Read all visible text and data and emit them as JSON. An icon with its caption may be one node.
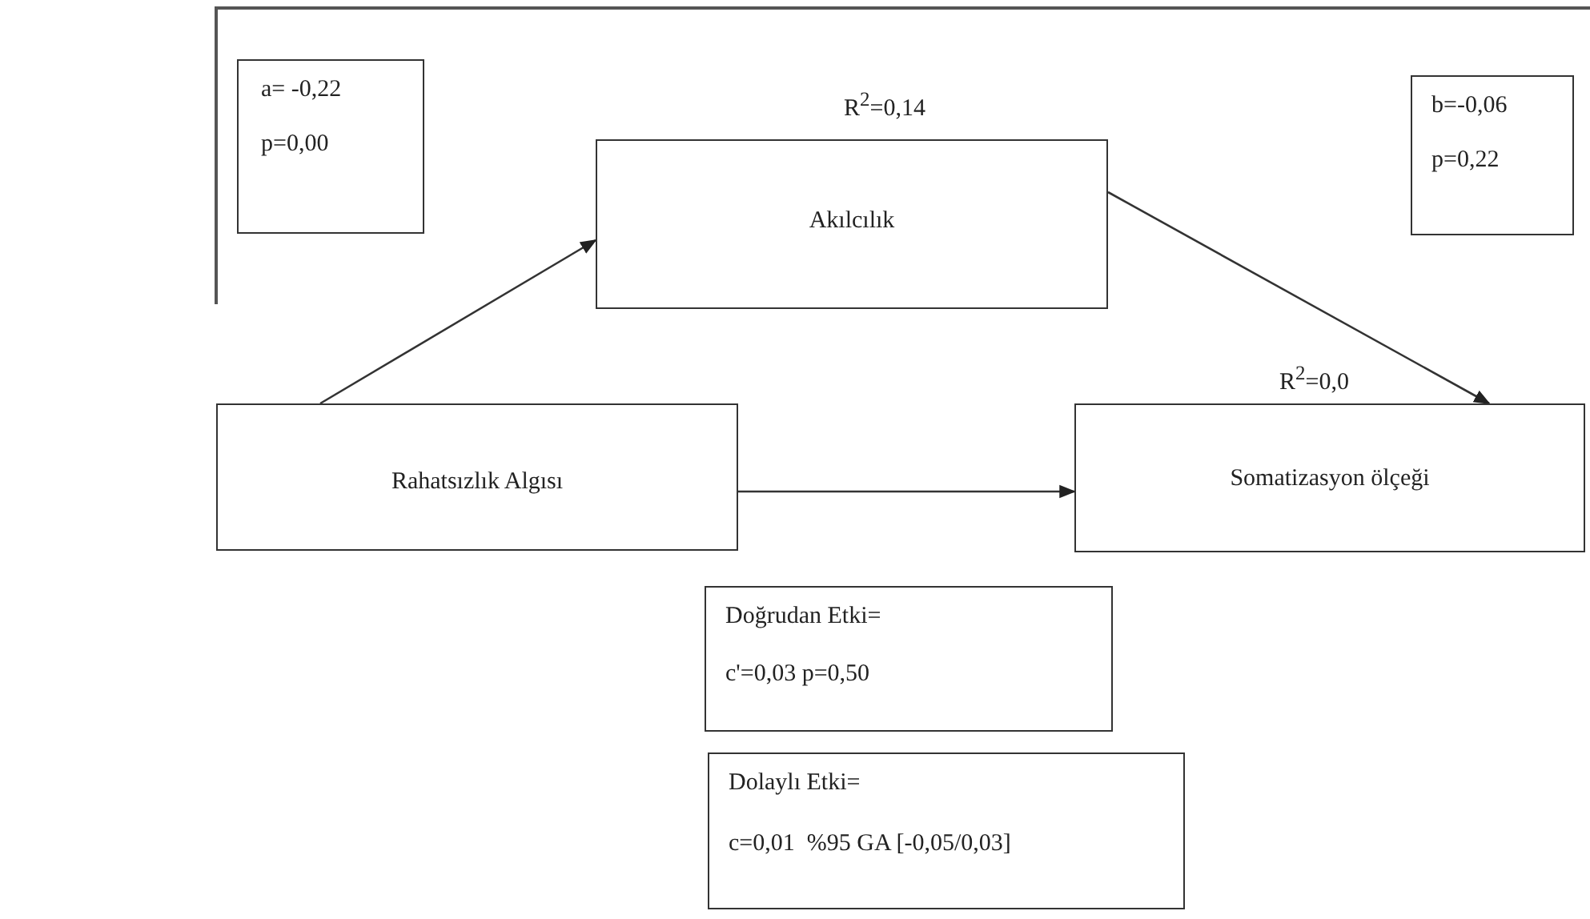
{
  "diagram": {
    "nodes": [
      {
        "text": [
          "Akılcılık"
        ],
        "beside": [
          "R$^{2}$=0,14"
        ]
      },
      {
        "text": [
          "Rahatsızlık Algısı"
        ]
      },
      {
        "text": [
          "Somatizasyon ölçeği"
        ],
        "beside": [
          "R$^{2}$=0,0"
        ]
      },
      {
        "text": [
          "a= -0,22",
          "p=0,00"
        ]
      },
      {
        "text": [
          "b=-0,06",
          "p=0,22"
        ]
      },
      {
        "text": [
          "Doğrudan Etki=",
          "c'=0,03 p=0,50"
        ]
      },
      {
        "text": [
          "Dolaylı Etki=",
          "c=0,01  %95 GA [-0,05/0,03]"
        ]
      }
    ],
    "edges": [
      {
        "from": 1,
        "to": 0,
        "arrow": "to"
      },
      {
        "from": 0,
        "to": 2,
        "arrow": "to"
      },
      {
        "from": 1,
        "to": 2,
        "arrow": "to"
      }
    ]
  }
}
